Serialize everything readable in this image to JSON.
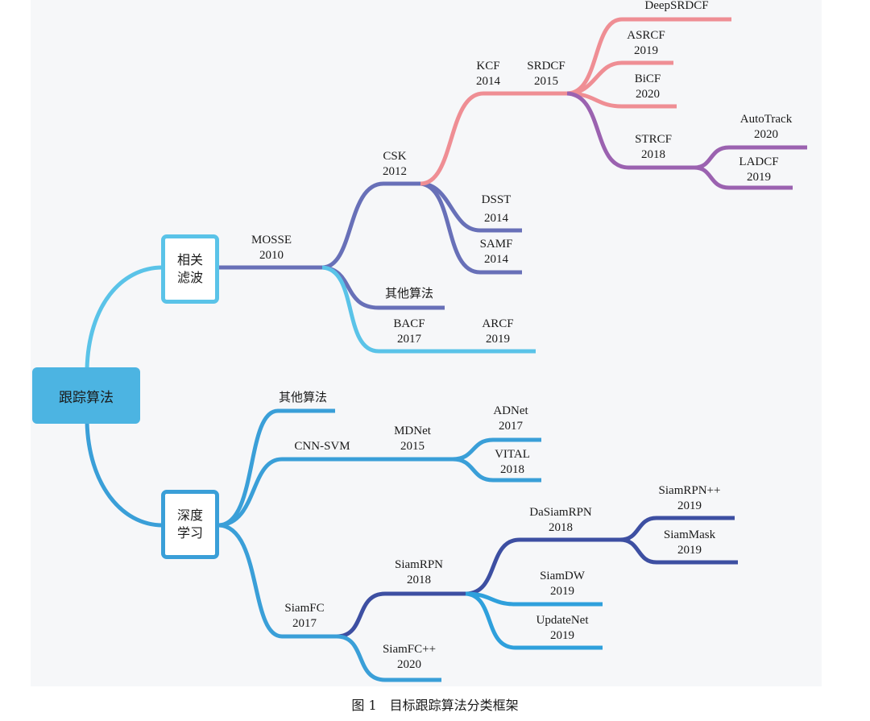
{
  "colors": {
    "background": "#f6f7f9",
    "root_fill": "#4cb4e2",
    "cf_branch": "#5ac3e8",
    "dl_branch": "#3a9fd8",
    "mosse": "#6870b8",
    "kcf": "#ef8e94",
    "strcf": "#9b62b0",
    "siamrpn": "#3d4fa2",
    "siam_leaf": "#2fa0dc"
  },
  "root": {
    "label": "跟踪算法"
  },
  "branches": {
    "correlation_filter": {
      "line1": "相关",
      "line2": "滤波"
    },
    "deep_learning": {
      "line1": "深度",
      "line2": "学习"
    }
  },
  "nodes": {
    "mosse": {
      "name": "MOSSE",
      "year": "2010"
    },
    "csk": {
      "name": "CSK",
      "year": "2012"
    },
    "kcf": {
      "name": "KCF",
      "year": "2014"
    },
    "srdcf": {
      "name": "SRDCF",
      "year": "2015"
    },
    "deepsrdcf": {
      "name": "DeepSRDCF"
    },
    "asrcf": {
      "name": "ASRCF",
      "year": "2019"
    },
    "bicf": {
      "name": "BiCF",
      "year": "2020"
    },
    "strcf": {
      "name": "STRCF",
      "year": "2018"
    },
    "autotrack": {
      "name": "AutoTrack",
      "year": "2020"
    },
    "ladcf": {
      "name": "LADCF",
      "year": "2019"
    },
    "dsst": {
      "name": "DSST",
      "year": "2014"
    },
    "samf": {
      "name": "SAMF",
      "year": "2014"
    },
    "cf_other": {
      "name": "其他算法"
    },
    "bacf": {
      "name": "BACF",
      "year": "2017"
    },
    "arcf": {
      "name": "ARCF",
      "year": "2019"
    },
    "dl_other": {
      "name": "其他算法"
    },
    "cnnsvm": {
      "name": "CNN-SVM"
    },
    "mdnet": {
      "name": "MDNet",
      "year": "2015"
    },
    "adnet": {
      "name": "ADNet",
      "year": "2017"
    },
    "vital": {
      "name": "VITAL",
      "year": "2018"
    },
    "siamfc": {
      "name": "SiamFC",
      "year": "2017"
    },
    "siamrpn": {
      "name": "SiamRPN",
      "year": "2018"
    },
    "dasiamrpn": {
      "name": "DaSiamRPN",
      "year": "2018"
    },
    "siamrpnpp": {
      "name": "SiamRPN++",
      "year": "2019"
    },
    "siammask": {
      "name": "SiamMask",
      "year": "2019"
    },
    "siamdw": {
      "name": "SiamDW",
      "year": "2019"
    },
    "updatenet": {
      "name": "UpdateNet",
      "year": "2019"
    },
    "siamfcpp": {
      "name": "SiamFC++",
      "year": "2020"
    }
  },
  "caption": "图 1　目标跟踪算法分类框架"
}
